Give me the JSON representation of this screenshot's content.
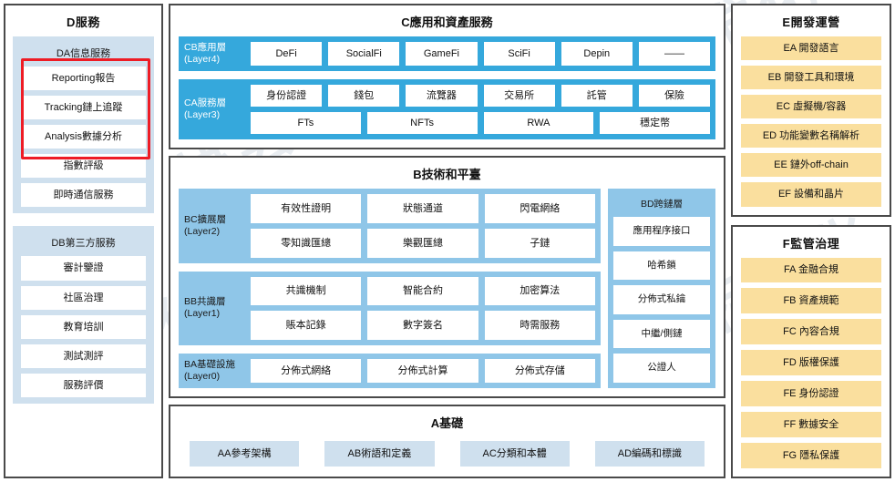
{
  "watermarks": [
    "标准化",
    "协会",
    "标准化",
    "协会",
    "标准化"
  ],
  "columnD": {
    "title": "D服務",
    "groups": [
      {
        "title": "DA信息服務",
        "items": [
          "Reporting報告",
          "Tracking鏈上追蹤",
          "Analysis數據分析",
          "指數評級",
          "即時通信服務"
        ],
        "highlight": {
          "color": "#ee1c25",
          "from": 0,
          "to": 2
        }
      },
      {
        "title": "DB第三方服務",
        "items": [
          "審計鑒證",
          "社區治理",
          "教育培訓",
          "測試測評",
          "服務評價"
        ]
      }
    ]
  },
  "sectionC": {
    "title": "C應用和資產服務",
    "bands": [
      {
        "label_name": "CB應用層",
        "label_layer": "(Layer4)",
        "rows": [
          [
            "DeFi",
            "SocialFi",
            "GameFi",
            "SciFi",
            "Depin",
            "——"
          ]
        ]
      },
      {
        "label_name": "CA服務層",
        "label_layer": "(Layer3)",
        "rows": [
          [
            "身份認證",
            "錢包",
            "流覽器",
            "交易所",
            "託管",
            "保險"
          ],
          [
            "FTs",
            "NFTs",
            "RWA",
            "穩定幣"
          ]
        ]
      }
    ]
  },
  "sectionB": {
    "title": "B技術和平臺",
    "bands": [
      {
        "label_name": "BC擴展層",
        "label_layer": "(Layer2)",
        "rows": [
          [
            "有效性證明",
            "狀態通道",
            "閃電網絡"
          ],
          [
            "零知識匯總",
            "樂觀匯總",
            "子鏈"
          ]
        ]
      },
      {
        "label_name": "BB共識層",
        "label_layer": "(Layer1)",
        "rows": [
          [
            "共識機制",
            "智能合約",
            "加密算法"
          ],
          [
            "賬本記錄",
            "數字簽名",
            "時需服務"
          ]
        ]
      },
      {
        "label_name": "BA基礎設施",
        "label_layer": "(Layer0)",
        "rows": [
          [
            "分佈式網絡",
            "分佈式計算",
            "分佈式存儲"
          ]
        ]
      }
    ],
    "crosschain": {
      "title": "BD跨鏈層",
      "items": [
        "應用程序接口",
        "哈希鎖",
        "分佈式私鑰",
        "中繼/側鏈",
        "公證人"
      ]
    }
  },
  "sectionA": {
    "title": "A基礎",
    "items": [
      "AA參考架構",
      "AB術語和定義",
      "AC分類和本體",
      "AD編碼和標識"
    ]
  },
  "sectionE": {
    "title": "E開發運營",
    "items": [
      "EA 開發語言",
      "EB 開發工具和環境",
      "EC 虛擬機/容器",
      "ED 功能變數名稱解析",
      "EE 鏈外off-chain",
      "EF 設備和晶片"
    ]
  },
  "sectionF": {
    "title": "F監管治理",
    "items": [
      "FA 金融合規",
      "FB 資產規範",
      "FC 內容合規",
      "FD 版權保護",
      "FE 身份認證",
      "FF 數據安全",
      "FG 隱私保護"
    ]
  },
  "colors": {
    "blue_band": "#35a8dc",
    "light_blue": "#cfe0ee",
    "mid_blue": "#8fc6e8",
    "yellow": "#fadf9e",
    "highlight_red": "#ee1c25",
    "border": "#4a4a4a"
  }
}
